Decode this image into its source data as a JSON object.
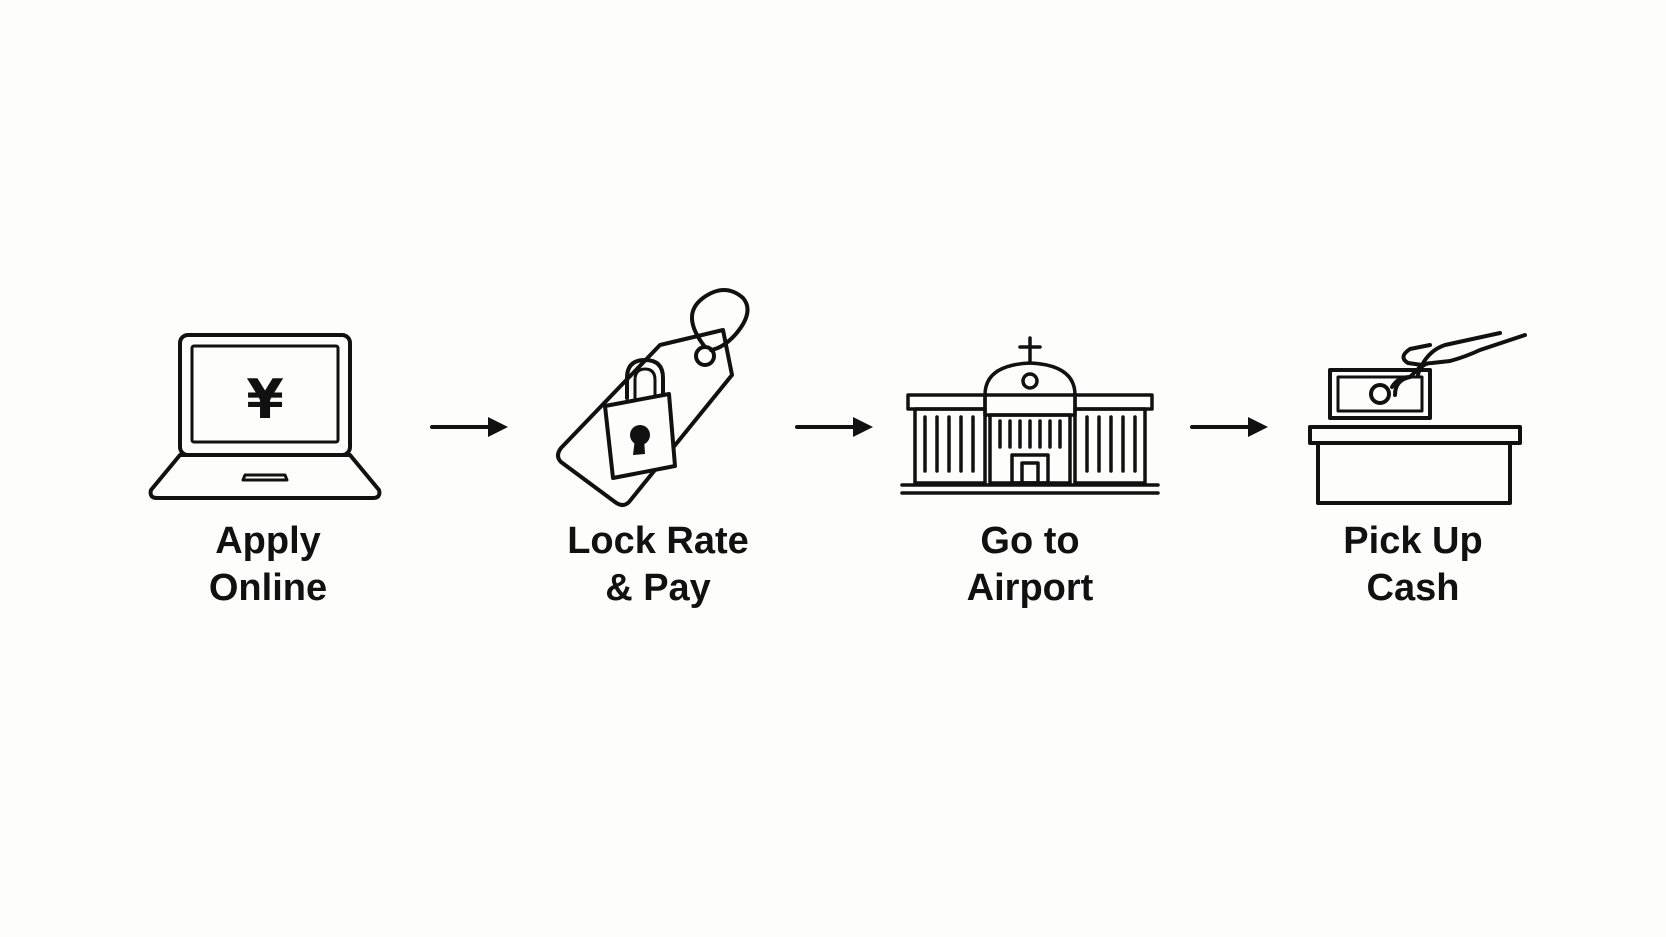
{
  "steps": [
    {
      "line1": "Apply",
      "line2": "Online",
      "icon": "laptop-yen-icon"
    },
    {
      "line1": "Lock Rate",
      "line2": "& Pay",
      "icon": "padlock-price-tag-icon"
    },
    {
      "line1": "Go to",
      "line2": "Airport",
      "icon": "airport-terminal-icon"
    },
    {
      "line1": "Pick Up",
      "line2": "Cash",
      "icon": "hand-cash-counter-icon"
    }
  ],
  "currency_symbol": "¥",
  "colors": {
    "ink": "#111111",
    "background": "#fdfdfc"
  }
}
